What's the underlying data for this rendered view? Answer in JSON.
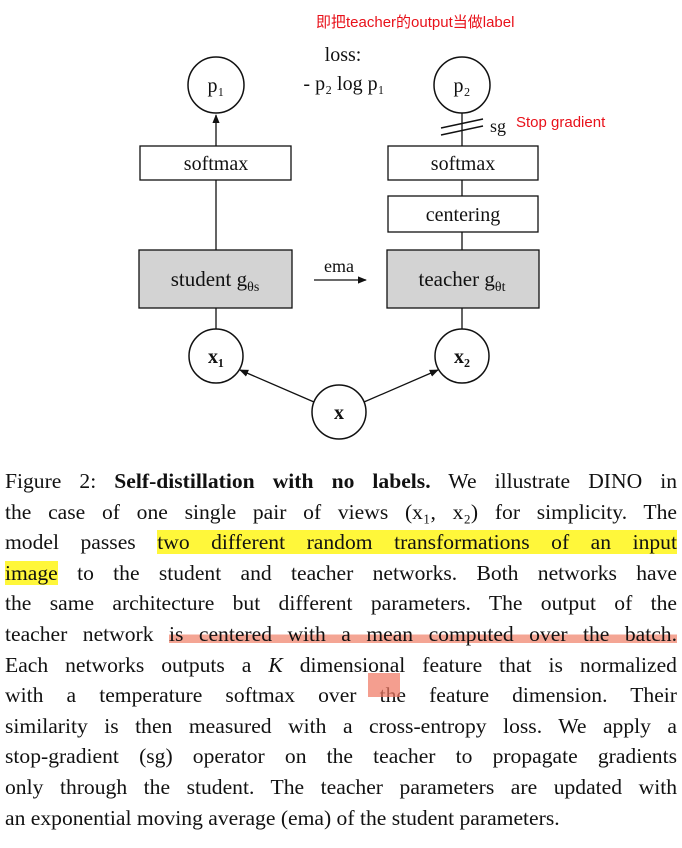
{
  "figure": {
    "annotation_top": "即把teacher的output当做label",
    "loss_label": "loss:",
    "loss_formula": "- p₂ log p₁",
    "p1": "p₁",
    "p2": "p₂",
    "student_softmax": "softmax",
    "teacher_softmax": "softmax",
    "centering": "centering",
    "student_box": "student g",
    "student_sub": "θs",
    "teacher_box": "teacher g",
    "teacher_sub": "θt",
    "ema": "ema",
    "sg": "sg",
    "stop_gradient": "Stop gradient",
    "x1": "x₁",
    "x2": "x₂",
    "x": "x",
    "colors": {
      "box_fill": "#d3d3d3",
      "annotation": "#e8111a"
    }
  },
  "caption": {
    "figure_label": "Figure 2:",
    "bold_title": "Self-distillation with no labels.",
    "l1_rest": "We illustrate DINO in",
    "l2": "the case of one single pair of views (x₁, x₂) for simplicity. The",
    "l3_a": "model passes",
    "l3_hl": "two different random transformations of an input",
    "l4_hl": "image",
    "l4_rest": "to the student and teacher networks. Both networks have",
    "l5": "the same architecture but different parameters. The output of the",
    "l6_a": "teacher network",
    "l6_hl": "is centered with a mean computed over the batch.",
    "l7_a": "Each networks outputs a",
    "l7_k": "K",
    "l7_b": "dimensional feature that is normalized",
    "l8": "with a temperature softmax over the feature dimension. Their",
    "l9": "similarity is then measured with a cross-entropy loss. We apply a",
    "l10": "stop-gradient (sg) operator on the teacher to propagate gradients",
    "l11": "only through the student. The teacher parameters are updated with",
    "l12": "an exponential moving average (ema) of the student parameters.",
    "colors": {
      "yellow_highlight": "#fff73a",
      "red_highlight": "#f4a594"
    }
  }
}
